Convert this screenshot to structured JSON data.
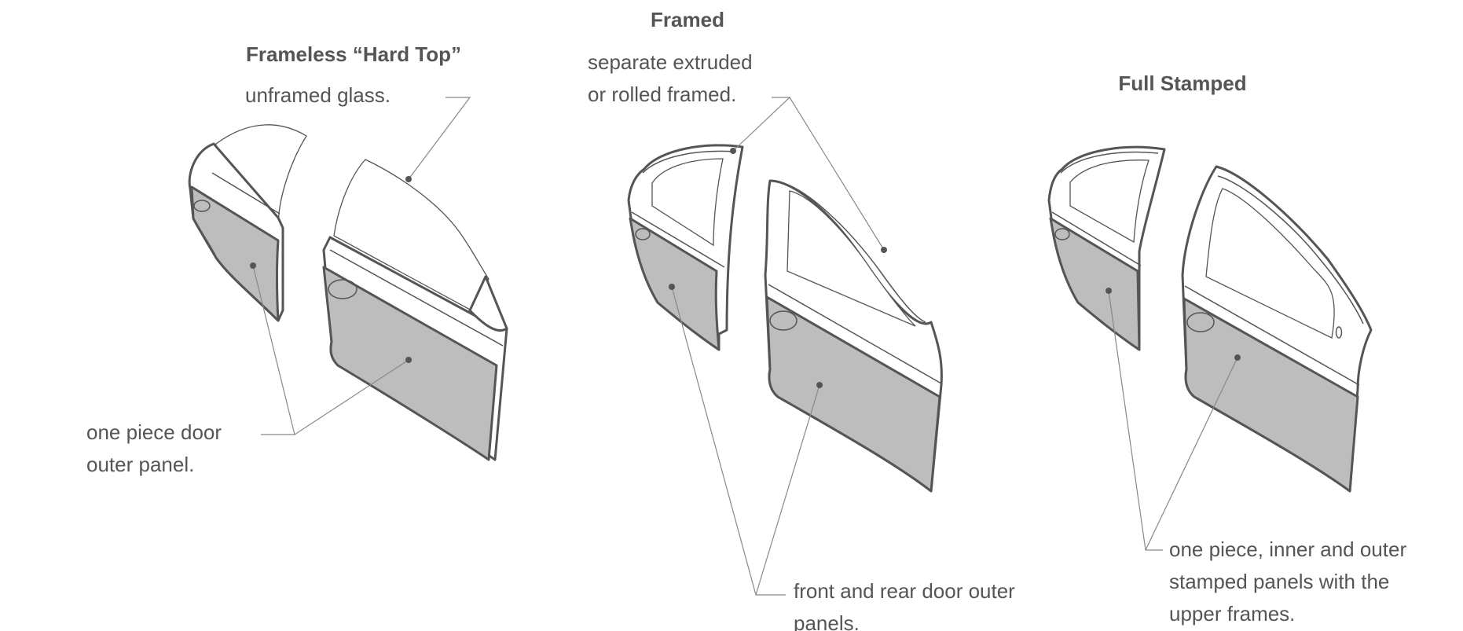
{
  "figure": {
    "frameless": {
      "title": "Frameless “Hard Top”",
      "glass_label": "unframed glass.",
      "panel_label_lines": [
        "one piece door",
        "outer panel."
      ]
    },
    "framed": {
      "title": "Framed",
      "frame_label_lines": [
        "separate extruded",
        "or rolled framed."
      ],
      "panel_label_lines": [
        "front and rear door outer",
        "panels."
      ]
    },
    "full_stamped": {
      "title": "Full Stamped",
      "panel_label_lines": [
        "one piece, inner and outer",
        "stamped panels with the",
        "upper frames."
      ]
    }
  },
  "colors": {
    "line": "#555555",
    "leader": "#888888",
    "panel_fill": "#bdbdbd",
    "background": "#ffffff"
  }
}
